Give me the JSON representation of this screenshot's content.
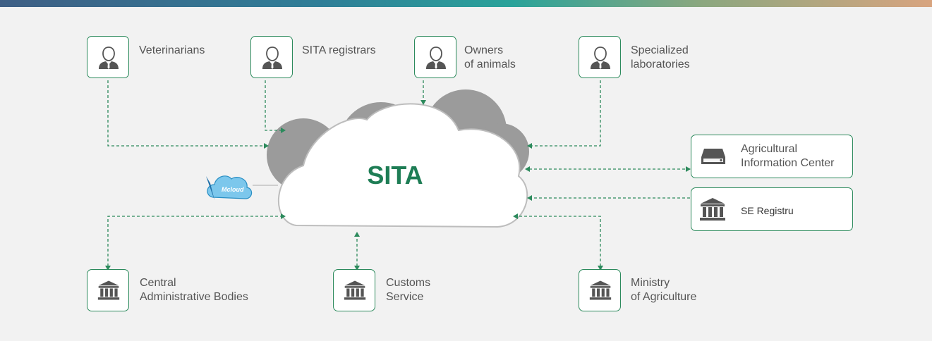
{
  "center": {
    "title": "SITA"
  },
  "logo": {
    "text": "Mcloud",
    "color": "#2a8fc4"
  },
  "colors": {
    "accent": "#2c8a5c",
    "cloud_back": "#999999",
    "cloud_front": "#ffffff"
  },
  "top_nodes": [
    {
      "lines": [
        "Veterinarians"
      ],
      "icon": "person-icon"
    },
    {
      "lines": [
        "SITA registrars"
      ],
      "icon": "person-icon"
    },
    {
      "lines": [
        "Owners",
        "of animals"
      ],
      "icon": "person-icon"
    },
    {
      "lines": [
        "Specialized",
        "laboratories"
      ],
      "icon": "person-icon"
    }
  ],
  "right_nodes": [
    {
      "lines": [
        "Agricultural",
        "Information Center"
      ],
      "icon": "server-icon"
    },
    {
      "lines": [
        "SE Registru"
      ],
      "icon": "building-icon"
    }
  ],
  "bottom_nodes": [
    {
      "lines": [
        "Central",
        "Administrative Bodies"
      ],
      "icon": "building-icon"
    },
    {
      "lines": [
        "Customs",
        "Service"
      ],
      "icon": "building-icon"
    },
    {
      "lines": [
        "Ministry",
        "of Agriculture"
      ],
      "icon": "building-icon"
    }
  ]
}
